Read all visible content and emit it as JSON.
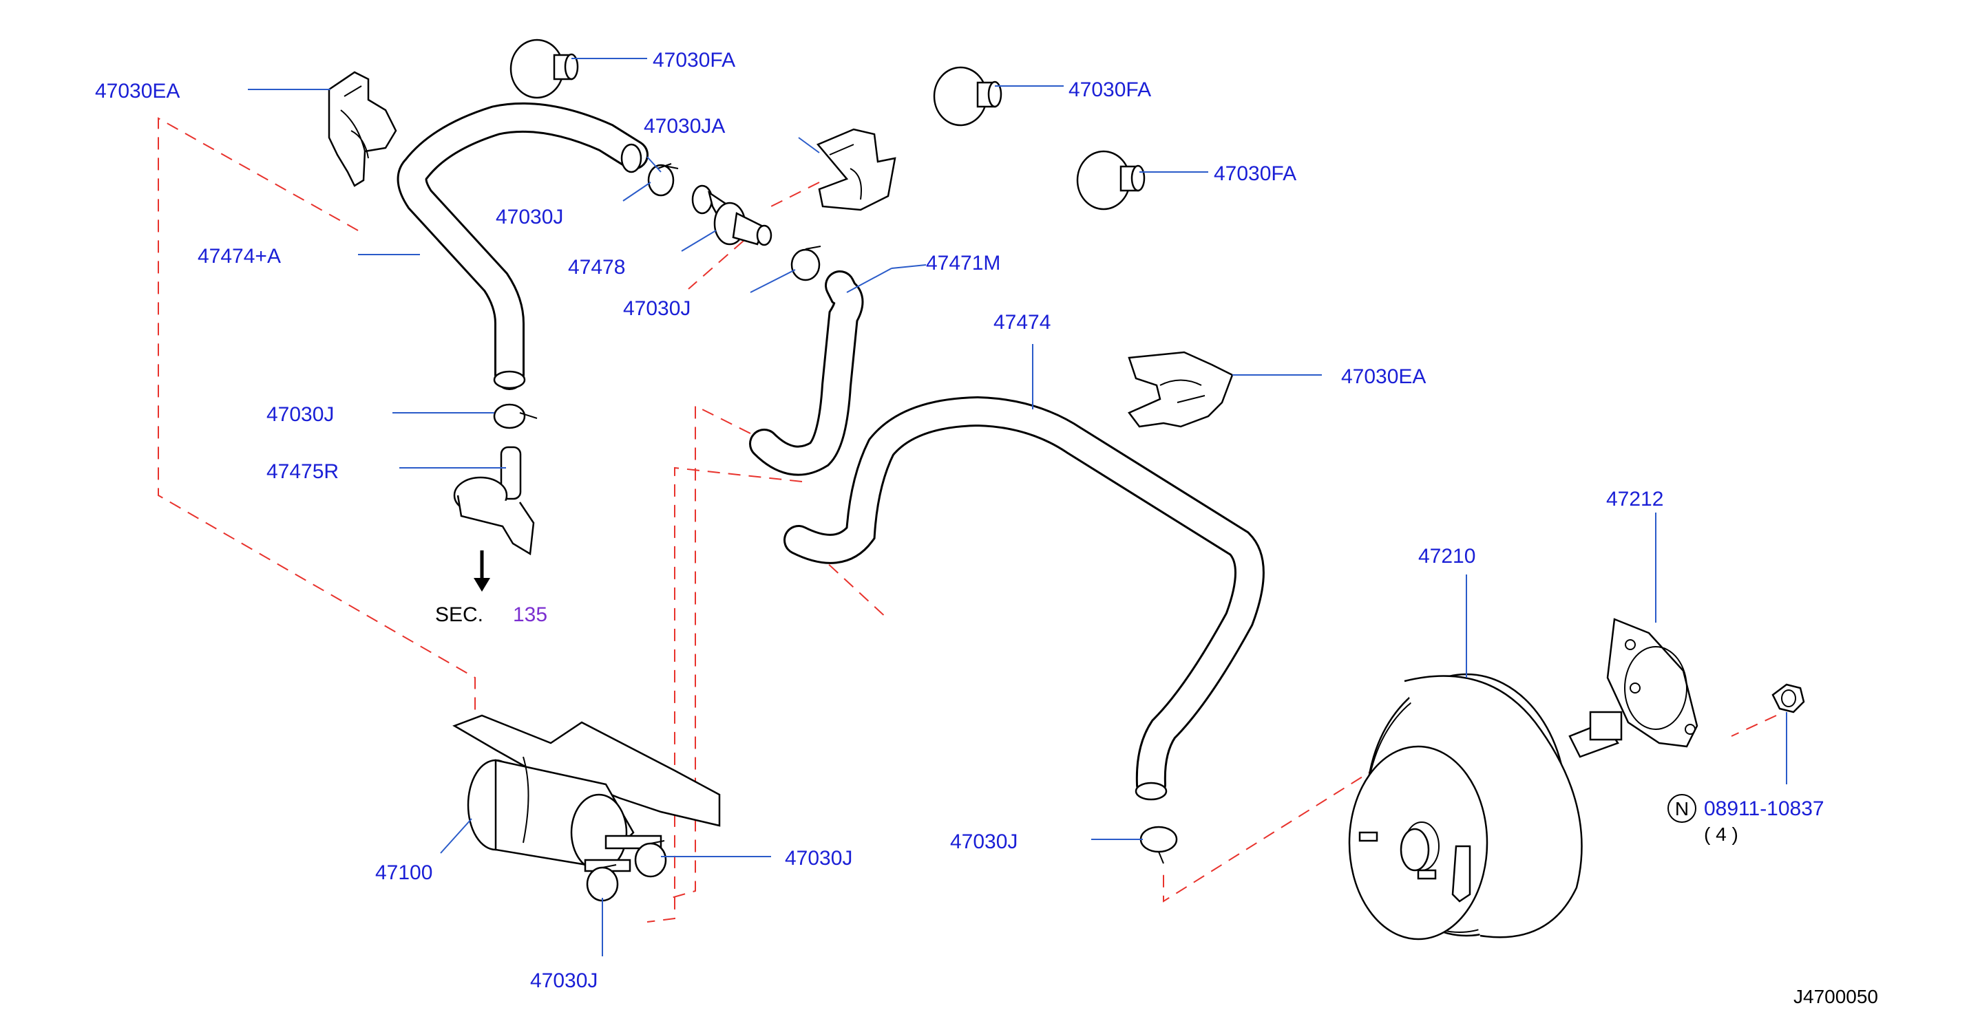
{
  "diagram": {
    "labels": {
      "clip_ea_top": "47030EA",
      "grommet_fa_1": "47030FA",
      "grommet_fa_2": "47030FA",
      "grommet_fa_3": "47030FA",
      "clamp_ja": "47030JA",
      "clamp_j_1": "47030J",
      "valve": "47478",
      "clamp_j_2": "47030J",
      "hose_a": "47474+A",
      "hose_m": "47471M",
      "hose_main": "47474",
      "clip_ea_right": "47030EA",
      "clamp_j_3": "47030J",
      "hose_r": "47475R",
      "sec": "SEC.",
      "sec_num": "135",
      "gasket": "47212",
      "booster": "47210",
      "nut": "08911-10837",
      "nut_qty": "( 4 )",
      "nut_symbol": "N",
      "tank": "47100",
      "clamp_j_4": "47030J",
      "clamp_j_5": "47030J",
      "clamp_j_6": "47030J",
      "reference": "J4700050"
    }
  }
}
